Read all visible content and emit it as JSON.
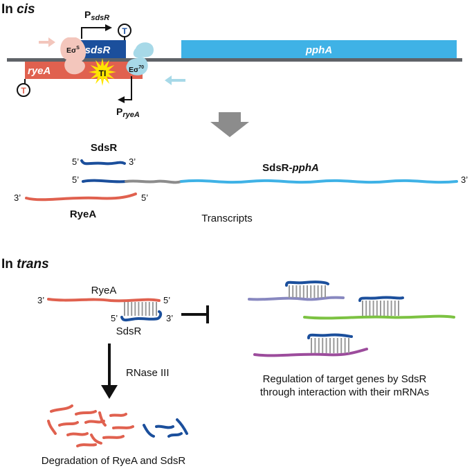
{
  "sections": {
    "cis_prefix": "In",
    "cis_word": "cis",
    "trans_prefix": "In",
    "trans_word": "trans"
  },
  "genes": {
    "sdsR": "sdsR",
    "ryeA": "ryeA",
    "pphA": "pphA"
  },
  "promoters": {
    "p_sdsR_main": "P",
    "p_sdsR_sub": "sdsR",
    "p_ryeA_main": "P",
    "p_ryeA_sub": "ryeA"
  },
  "factors": {
    "eos_main": "Eσ",
    "eos_sup": "S",
    "eo70_main": "Eσ",
    "eo70_sup": "70",
    "ti": "TI",
    "terminator": "T"
  },
  "transcripts": {
    "sdsr": "SdsR",
    "ryea": "RyeA",
    "sdsr_ppha_prefix": "SdsR-",
    "sdsr_ppha_italic": "pphA",
    "caption": "Transcripts"
  },
  "ends": {
    "five": "5’",
    "three": "3’"
  },
  "trans": {
    "ryea": "RyeA",
    "sdsr": "SdsR",
    "rnase": "RNase III",
    "regulation_line1": "Regulation of target genes by SdsR",
    "regulation_line2": "through interaction with their mRNAs",
    "degradation": "Degradation of RyeA and SdsR"
  },
  "colors": {
    "sdsR": "#1b4f9c",
    "ryeA": "#e0614f",
    "pphA": "#3fb2e6",
    "sigmaS": "#f3c6bc",
    "sigma70": "#a7d9e8",
    "ti": "#ffe600",
    "dna": "#5f6368",
    "arrow_gray": "#8c8c8c",
    "target1": "#8888c0",
    "target2": "#7cc242",
    "target3": "#9c4c9c"
  }
}
